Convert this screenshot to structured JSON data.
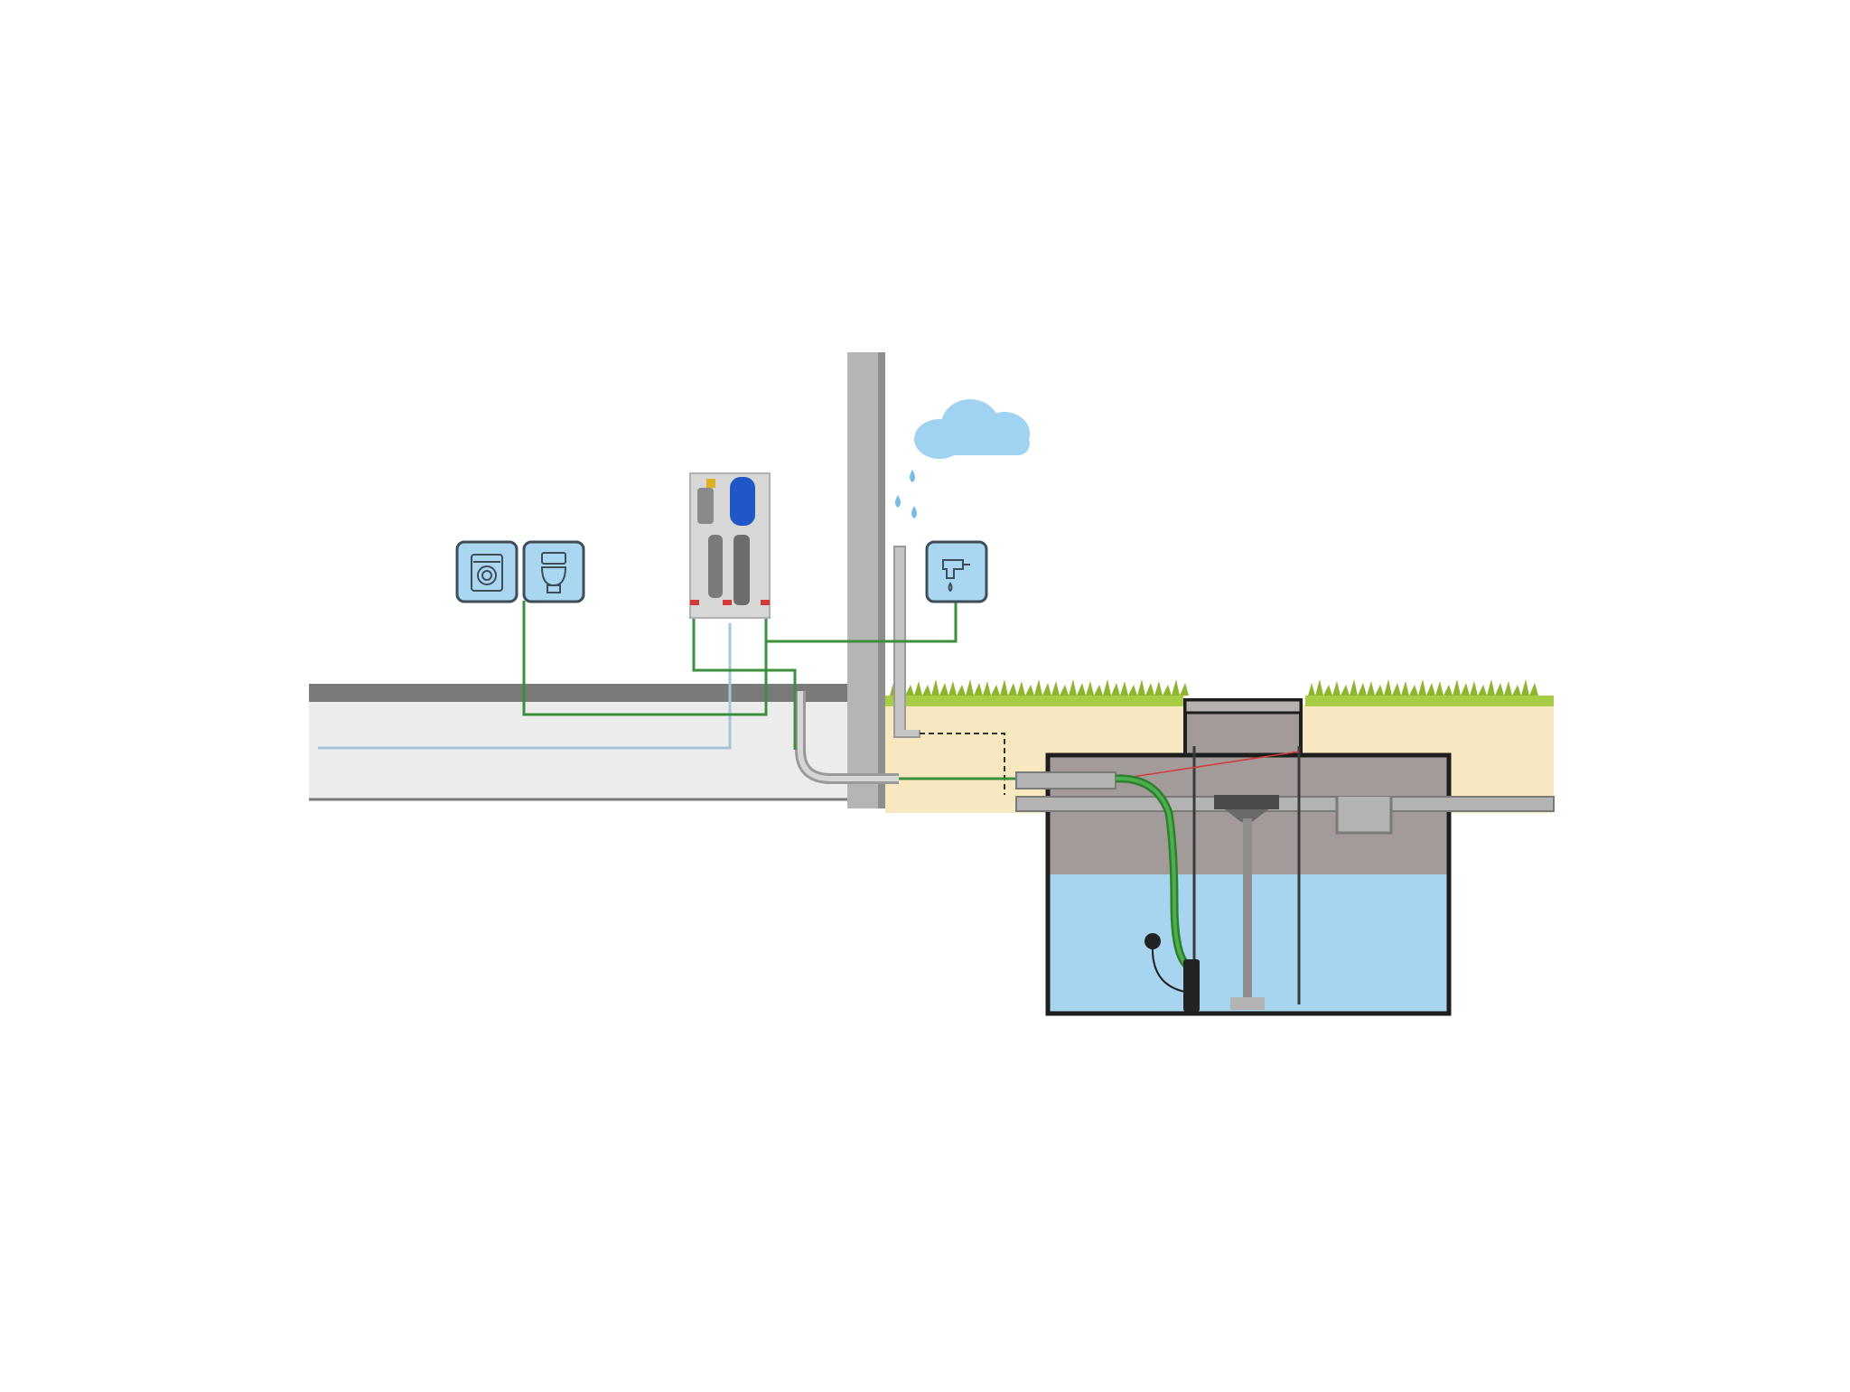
{
  "diagram": {
    "colors": {
      "background": "#ffffff",
      "floor_slab": "#ececec",
      "floor_line": "#7a7a7a",
      "wall": "#b5b5b5",
      "wall_shade": "#8e8e8e",
      "soil": "#f8e8c0",
      "grass": "#a9cc45",
      "grass_dark": "#8db52d",
      "tank_air": "#a39b99",
      "tank_water": "#a7d4ef",
      "tank_outline": "#1e1e1e",
      "green_pipe": "#3c8f3c",
      "blue_pipe": "#a8c4d8",
      "grey_pipe": "#a9a9a9",
      "icon_fill": "#a9d7f1",
      "icon_border": "#3f4d58",
      "cloud": "#9fd3f0",
      "rain": "#78bde6",
      "control_panel": "#d7d7d7",
      "expansion_vessel": "#1f57c7",
      "pump": "#222222",
      "overflow_cable": "#d23a3a"
    },
    "icons": [
      {
        "name": "washing-machine-icon",
        "role": "washing machine outlet"
      },
      {
        "name": "toilet-icon",
        "role": "toilet outlet"
      },
      {
        "name": "garden-tap-icon",
        "role": "outdoor tap outlet"
      }
    ],
    "components": [
      {
        "name": "rain-cloud",
        "icon": "cloud-icon"
      },
      {
        "name": "rain-drops",
        "icon": "raindrop-icon"
      },
      {
        "name": "control-unit",
        "icon": "pump-control-icon"
      },
      {
        "name": "downpipe",
        "icon": "downpipe-icon"
      },
      {
        "name": "house-wall",
        "icon": "wall-icon"
      },
      {
        "name": "ground-floor",
        "icon": "floor-icon"
      },
      {
        "name": "rainwater-tank",
        "icon": "tank-icon"
      },
      {
        "name": "submersible-pump",
        "icon": "pump-icon"
      },
      {
        "name": "float-switch",
        "icon": "float-icon"
      },
      {
        "name": "tank-filter",
        "icon": "filter-icon"
      },
      {
        "name": "overflow-siphon",
        "icon": "siphon-icon"
      }
    ]
  }
}
